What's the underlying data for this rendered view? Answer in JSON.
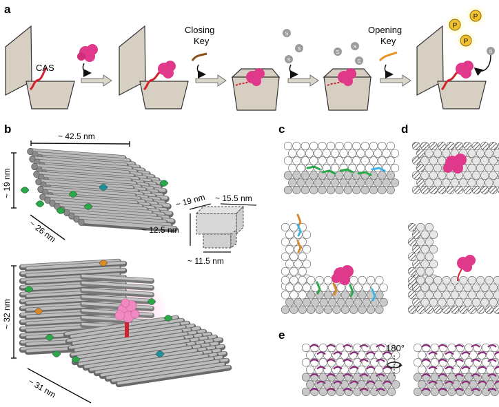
{
  "panels": {
    "a": {
      "letter": "a",
      "cas_label": "CAS",
      "closing_key_line1": "Closing",
      "closing_key_line2": "Key",
      "opening_key_line1": "Opening",
      "opening_key_line2": "Key",
      "substrate_symbol": "S",
      "product_symbol": "P"
    },
    "b": {
      "letter": "b",
      "closed_length": "~ 42.5 nm",
      "closed_height": "~ 19 nm",
      "closed_depth": "~ 26 nm",
      "schematic_top": "~ 19 nm",
      "schematic_top_right": "~ 15.5 nm",
      "schematic_height": "~ 12.5 nm",
      "schematic_bottom": "~ 11.5 nm",
      "open_height": "~ 32 nm",
      "open_depth": "~ 31 nm"
    },
    "c": {
      "letter": "c"
    },
    "d": {
      "letter": "d"
    },
    "e": {
      "letter": "e",
      "rotation_label": "180°"
    }
  },
  "colors": {
    "box": "#d6cfc2",
    "box_stroke": "#3a3a3a",
    "enzyme": "#e0388a",
    "cas_strand": "#d1202e",
    "closing_key": "#8a4e1c",
    "opening_key": "#e8942a",
    "substrate": "#9c9c9c",
    "product": "#f2c12e",
    "helix_gray": "#9a9a9a",
    "green": "#2aa84a",
    "teal": "#1f8f9a",
    "orange": "#d88a2a",
    "purple": "#8a2a7a",
    "blue": "#3fb2e3"
  }
}
